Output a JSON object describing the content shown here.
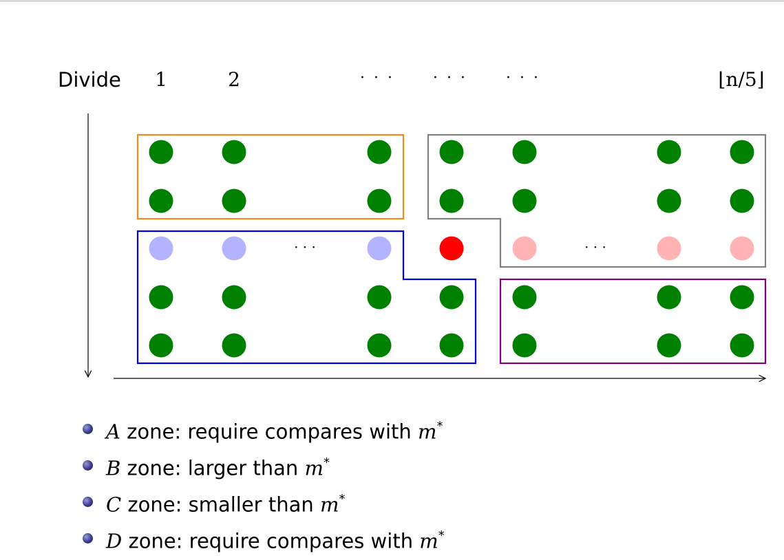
{
  "header": {
    "divide_label": "Divide",
    "columns": [
      "1",
      "2",
      "· · ·",
      "· · ·",
      "· · ·",
      "⌊n/5⌋"
    ]
  },
  "diagram": {
    "row_ellipsis": "· · ·",
    "colors": {
      "green": "#008000",
      "red": "#ff0000",
      "light_blue": "#b3b3ff",
      "light_red": "#ffb3b3",
      "zone_orange": "#f28a1a",
      "zone_gray": "#808080",
      "zone_blue": "#0000e6",
      "zone_purple": "#800080"
    }
  },
  "bullets": [
    {
      "letter": "A",
      "text": " zone: require compares with ",
      "var": "m",
      "sup": "*"
    },
    {
      "letter": "B",
      "text": " zone: larger than ",
      "var": "m",
      "sup": "*"
    },
    {
      "letter": "C",
      "text": " zone: smaller than ",
      "var": "m",
      "sup": "*"
    },
    {
      "letter": "D",
      "text": " zone: require compares with ",
      "var": "m",
      "sup": "*"
    }
  ]
}
